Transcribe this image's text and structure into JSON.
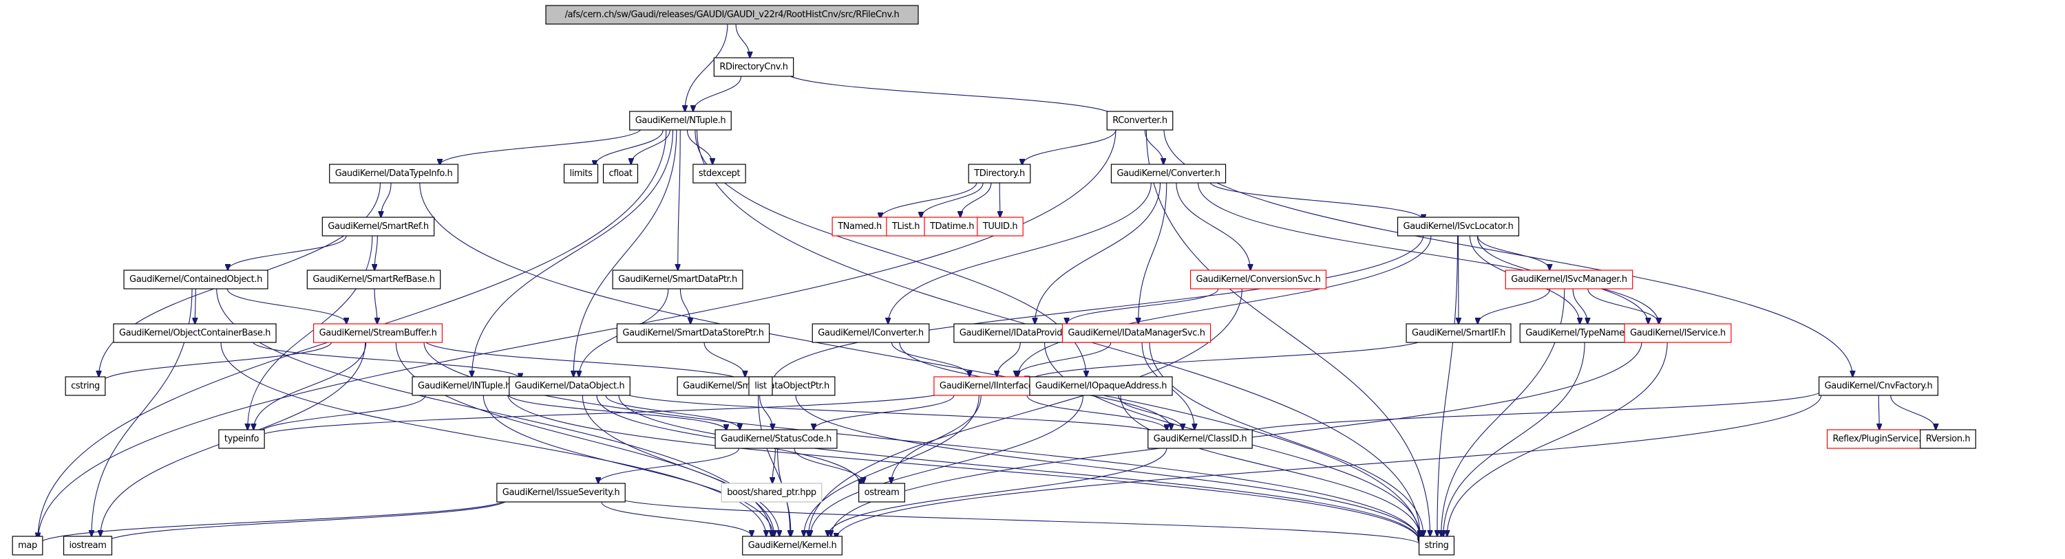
{
  "title": "Include dependency graph for RFileCnv.h",
  "colors": {
    "edge": "#191970",
    "node_border": "#000000",
    "missing_border": "#ff0000",
    "external_border": "#bfbfbf",
    "root_fill": "#bfbfbf"
  },
  "nodes": [
    {
      "id": "root",
      "label": "/afs/cern.ch/sw/Gaudi/releases/GAUDI/GAUDI_v22r4/RootHistCnv/src/RFileCnv.h",
      "kind": "root"
    },
    {
      "id": "rdircnv",
      "label": "RDirectoryCnv.h",
      "kind": "normal"
    },
    {
      "id": "ntuple",
      "label": "GaudiKernel/NTuple.h",
      "kind": "normal"
    },
    {
      "id": "rconv",
      "label": "RConverter.h",
      "kind": "normal"
    },
    {
      "id": "datatypeinfo",
      "label": "GaudiKernel/DataTypeInfo.h",
      "kind": "normal"
    },
    {
      "id": "limits",
      "label": "limits",
      "kind": "normal"
    },
    {
      "id": "cfloat",
      "label": "cfloat",
      "kind": "normal"
    },
    {
      "id": "stdexcept",
      "label": "stdexcept",
      "kind": "normal"
    },
    {
      "id": "tdirectory",
      "label": "TDirectory.h",
      "kind": "normal"
    },
    {
      "id": "converter",
      "label": "GaudiKernel/Converter.h",
      "kind": "normal"
    },
    {
      "id": "tnamed",
      "label": "TNamed.h",
      "kind": "missing"
    },
    {
      "id": "tlist",
      "label": "TList.h",
      "kind": "missing"
    },
    {
      "id": "tdatime",
      "label": "TDatime.h",
      "kind": "missing"
    },
    {
      "id": "tuuid",
      "label": "TUUID.h",
      "kind": "missing"
    },
    {
      "id": "smartref",
      "label": "GaudiKernel/SmartRef.h",
      "kind": "normal"
    },
    {
      "id": "isvclocator",
      "label": "GaudiKernel/ISvcLocator.h",
      "kind": "normal"
    },
    {
      "id": "containedobject",
      "label": "GaudiKernel/ContainedObject.h",
      "kind": "normal"
    },
    {
      "id": "smartrefbase",
      "label": "GaudiKernel/SmartRefBase.h",
      "kind": "normal"
    },
    {
      "id": "smartdataptr",
      "label": "GaudiKernel/SmartDataPtr.h",
      "kind": "normal"
    },
    {
      "id": "conversionsvc",
      "label": "GaudiKernel/ConversionSvc.h",
      "kind": "missing"
    },
    {
      "id": "isvcmanager",
      "label": "GaudiKernel/ISvcManager.h",
      "kind": "missing"
    },
    {
      "id": "objcontainerbase",
      "label": "GaudiKernel/ObjectContainerBase.h",
      "kind": "normal"
    },
    {
      "id": "streambuffer",
      "label": "GaudiKernel/StreamBuffer.h",
      "kind": "missing"
    },
    {
      "id": "smartdatastoreptr",
      "label": "GaudiKernel/SmartDataStorePtr.h",
      "kind": "normal"
    },
    {
      "id": "iconverter",
      "label": "GaudiKernel/IConverter.h",
      "kind": "normal"
    },
    {
      "id": "idataprovidersvc",
      "label": "GaudiKernel/IDataProviderSvc.h",
      "kind": "normal"
    },
    {
      "id": "idatamanagersvc",
      "label": "GaudiKernel/IDataManagerSvc.h",
      "kind": "missing"
    },
    {
      "id": "smartif",
      "label": "GaudiKernel/SmartIF.h",
      "kind": "normal"
    },
    {
      "id": "typenamestring",
      "label": "GaudiKernel/TypeNameString.h",
      "kind": "normal"
    },
    {
      "id": "iservice",
      "label": "GaudiKernel/IService.h",
      "kind": "missing"
    },
    {
      "id": "cstring",
      "label": "cstring",
      "kind": "normal"
    },
    {
      "id": "intuple",
      "label": "GaudiKernel/INTuple.h",
      "kind": "normal"
    },
    {
      "id": "dataobject",
      "label": "GaudiKernel/DataObject.h",
      "kind": "normal"
    },
    {
      "id": "smartdataobjectptr",
      "label": "GaudiKernel/SmartDataObjectPtr.h",
      "kind": "normal"
    },
    {
      "id": "list",
      "label": "list",
      "kind": "normal"
    },
    {
      "id": "iinterface",
      "label": "GaudiKernel/IInterface.h",
      "kind": "missing"
    },
    {
      "id": "iopaqueaddress",
      "label": "GaudiKernel/IOpaqueAddress.h",
      "kind": "normal"
    },
    {
      "id": "cnvfactory",
      "label": "GaudiKernel/CnvFactory.h",
      "kind": "normal"
    },
    {
      "id": "typeinfo",
      "label": "typeinfo",
      "kind": "normal"
    },
    {
      "id": "statuscode",
      "label": "GaudiKernel/StatusCode.h",
      "kind": "normal"
    },
    {
      "id": "classid",
      "label": "GaudiKernel/ClassID.h",
      "kind": "normal"
    },
    {
      "id": "pluginservice",
      "label": "Reflex/PluginService.h",
      "kind": "missing"
    },
    {
      "id": "rversion",
      "label": "RVersion.h",
      "kind": "normal"
    },
    {
      "id": "issueseverity",
      "label": "GaudiKernel/IssueSeverity.h",
      "kind": "normal"
    },
    {
      "id": "sharedptr",
      "label": "boost/shared_ptr.hpp",
      "kind": "external"
    },
    {
      "id": "ostream",
      "label": "ostream",
      "kind": "normal"
    },
    {
      "id": "map",
      "label": "map",
      "kind": "normal"
    },
    {
      "id": "iostream",
      "label": "iostream",
      "kind": "normal"
    },
    {
      "id": "kernel",
      "label": "GaudiKernel/Kernel.h",
      "kind": "normal"
    },
    {
      "id": "string",
      "label": "string",
      "kind": "normal"
    }
  ],
  "edges": [
    [
      "root",
      "ntuple"
    ],
    [
      "root",
      "rdircnv"
    ],
    [
      "rdircnv",
      "ntuple"
    ],
    [
      "rdircnv",
      "rconv"
    ],
    [
      "ntuple",
      "datatypeinfo"
    ],
    [
      "ntuple",
      "limits"
    ],
    [
      "ntuple",
      "cfloat"
    ],
    [
      "ntuple",
      "stdexcept"
    ],
    [
      "ntuple",
      "intuple"
    ],
    [
      "ntuple",
      "smartdataptr"
    ],
    [
      "ntuple",
      "dataobject"
    ],
    [
      "ntuple",
      "iopaqueaddress"
    ],
    [
      "ntuple",
      "map"
    ],
    [
      "ntuple",
      "string"
    ],
    [
      "rconv",
      "tdirectory"
    ],
    [
      "rconv",
      "converter"
    ],
    [
      "rconv",
      "cnvfactory"
    ],
    [
      "rconv",
      "string"
    ],
    [
      "rconv",
      "map"
    ],
    [
      "tdirectory",
      "tnamed"
    ],
    [
      "tdirectory",
      "tlist"
    ],
    [
      "tdirectory",
      "tdatime"
    ],
    [
      "tdirectory",
      "tuuid"
    ],
    [
      "datatypeinfo",
      "smartref"
    ],
    [
      "datatypeinfo",
      "string"
    ],
    [
      "datatypeinfo",
      "cstring"
    ],
    [
      "converter",
      "iconverter"
    ],
    [
      "converter",
      "conversionsvc"
    ],
    [
      "converter",
      "idataprovidersvc"
    ],
    [
      "converter",
      "idatamanagersvc"
    ],
    [
      "converter",
      "isvclocator"
    ],
    [
      "converter",
      "iservice"
    ],
    [
      "smartref",
      "containedobject"
    ],
    [
      "smartref",
      "smartrefbase"
    ],
    [
      "smartref",
      "typeinfo"
    ],
    [
      "containedobject",
      "objcontainerbase"
    ],
    [
      "containedobject",
      "streambuffer"
    ],
    [
      "containedobject",
      "iostream"
    ],
    [
      "containedobject",
      "kernel"
    ],
    [
      "smartrefbase",
      "streambuffer"
    ],
    [
      "objcontainerbase",
      "dataobject"
    ],
    [
      "objcontainerbase",
      "kernel"
    ],
    [
      "streambuffer",
      "cstring"
    ],
    [
      "streambuffer",
      "list"
    ],
    [
      "streambuffer",
      "typeinfo"
    ],
    [
      "streambuffer",
      "iostream"
    ],
    [
      "streambuffer",
      "kernel"
    ],
    [
      "streambuffer",
      "string"
    ],
    [
      "smartdataptr",
      "smartdatastoreptr"
    ],
    [
      "smartdataptr",
      "dataobject"
    ],
    [
      "smartdatastoreptr",
      "smartdataobjectptr"
    ],
    [
      "smartdataobjectptr",
      "statuscode"
    ],
    [
      "smartdataobjectptr",
      "kernel"
    ],
    [
      "smartdataobjectptr",
      "string"
    ],
    [
      "isvclocator",
      "smartif"
    ],
    [
      "isvclocator",
      "isvcmanager"
    ],
    [
      "isvclocator",
      "typenamestring"
    ],
    [
      "isvclocator",
      "iinterface"
    ],
    [
      "isvclocator",
      "list"
    ],
    [
      "isvclocator",
      "string"
    ],
    [
      "isvclocator",
      "iservice"
    ],
    [
      "isvcmanager",
      "smartif"
    ],
    [
      "isvcmanager",
      "typenamestring"
    ],
    [
      "isvcmanager",
      "iservice"
    ],
    [
      "isvcmanager",
      "string"
    ],
    [
      "conversionsvc",
      "idataprovidersvc"
    ],
    [
      "conversionsvc",
      "kernel"
    ],
    [
      "iconverter",
      "iinterface"
    ],
    [
      "iconverter",
      "classid"
    ],
    [
      "idataprovidersvc",
      "iinterface"
    ],
    [
      "idataprovidersvc",
      "string"
    ],
    [
      "idatamanagersvc",
      "iinterface"
    ],
    [
      "idatamanagersvc",
      "classid"
    ],
    [
      "idatamanagersvc",
      "string"
    ],
    [
      "smartif",
      "iinterface"
    ],
    [
      "typenamestring",
      "string"
    ],
    [
      "iservice",
      "kernel"
    ],
    [
      "iservice",
      "string"
    ],
    [
      "intuple",
      "typeinfo"
    ],
    [
      "intuple",
      "statuscode"
    ],
    [
      "intuple",
      "kernel"
    ],
    [
      "intuple",
      "string"
    ],
    [
      "dataobject",
      "statuscode"
    ],
    [
      "dataobject",
      "classid"
    ],
    [
      "dataobject",
      "ostream"
    ],
    [
      "dataobject",
      "string"
    ],
    [
      "dataobject",
      "kernel"
    ],
    [
      "iinterface",
      "statuscode"
    ],
    [
      "iinterface",
      "typeinfo"
    ],
    [
      "iinterface",
      "ostream"
    ],
    [
      "iinterface",
      "kernel"
    ],
    [
      "iinterface",
      "classid"
    ],
    [
      "iopaqueaddress",
      "classid"
    ],
    [
      "iopaqueaddress",
      "kernel"
    ],
    [
      "iopaqueaddress",
      "string"
    ],
    [
      "cnvfactory",
      "pluginservice"
    ],
    [
      "cnvfactory",
      "rversion"
    ],
    [
      "cnvfactory",
      "classid"
    ],
    [
      "cnvfactory",
      "kernel"
    ],
    [
      "statuscode",
      "issueseverity"
    ],
    [
      "statuscode",
      "sharedptr"
    ],
    [
      "statuscode",
      "ostream"
    ],
    [
      "statuscode",
      "kernel"
    ],
    [
      "classid",
      "kernel"
    ],
    [
      "issueseverity",
      "map"
    ],
    [
      "issueseverity",
      "iostream"
    ],
    [
      "issueseverity",
      "kernel"
    ],
    [
      "issueseverity",
      "string"
    ]
  ]
}
